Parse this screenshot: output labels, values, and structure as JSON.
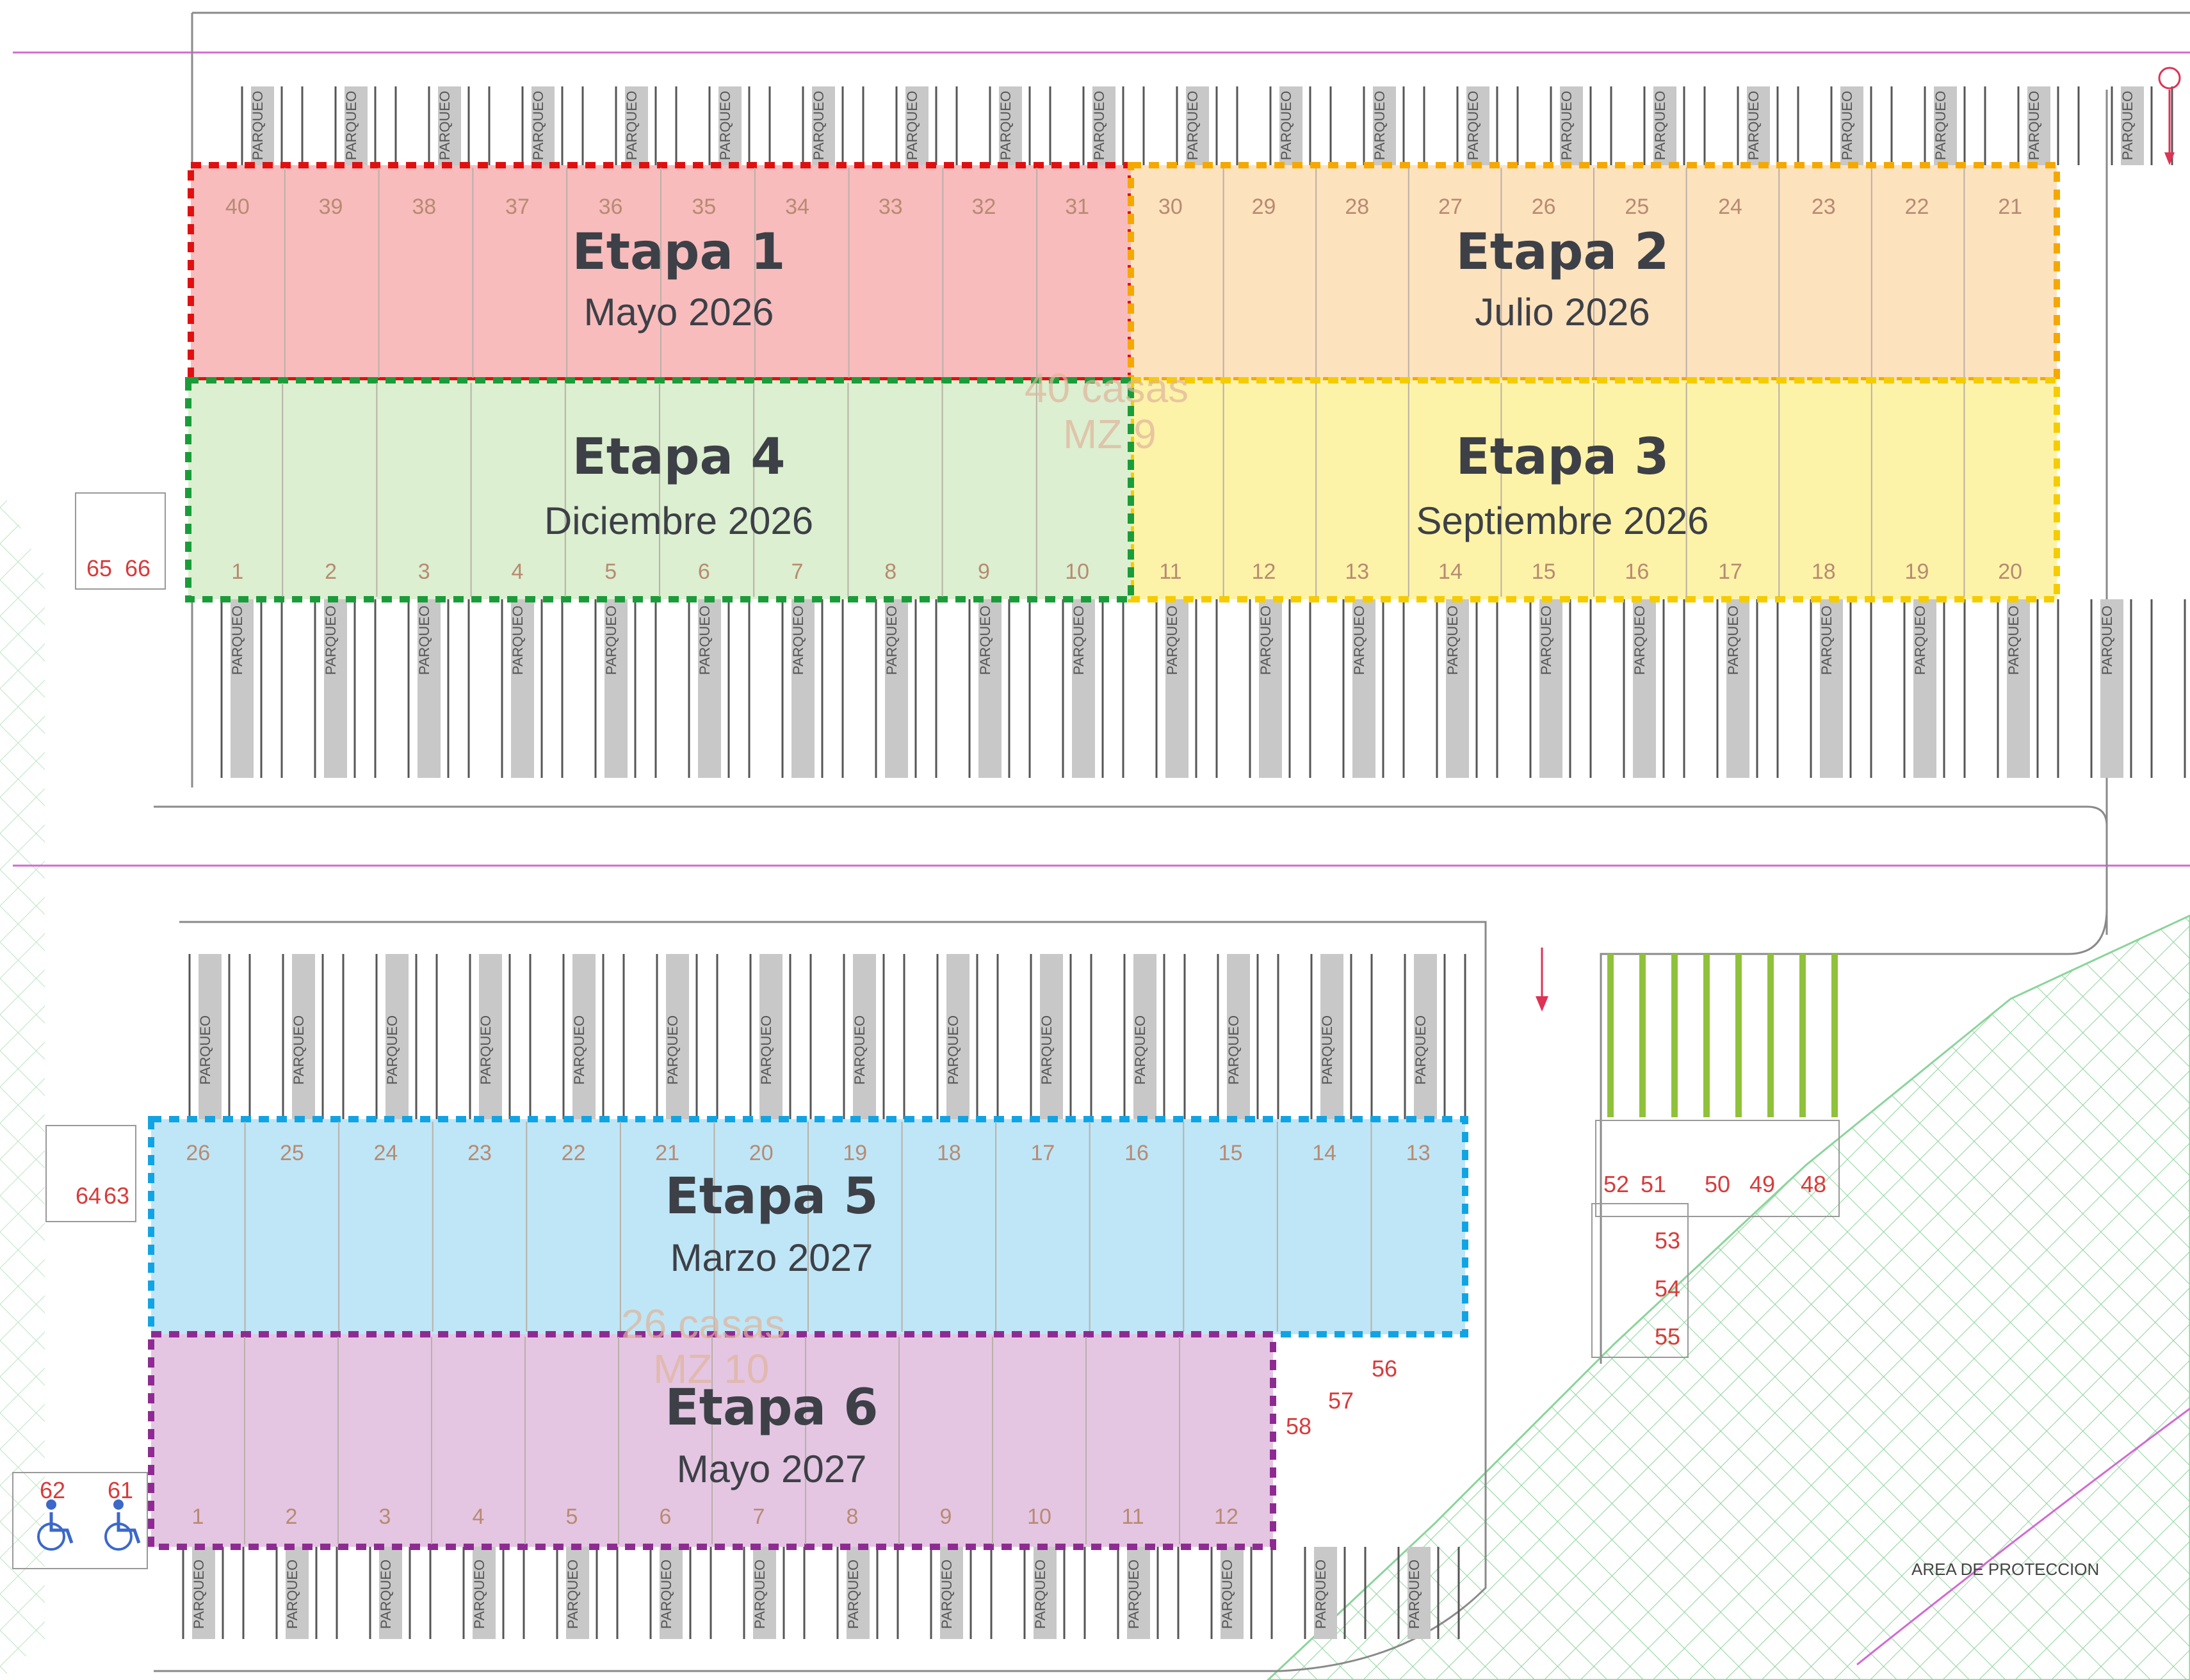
{
  "stages": [
    {
      "id": "etapa-1",
      "title": "Etapa 1",
      "date": "Mayo 2026",
      "fill": "#f8bcbc",
      "border": "#e01010"
    },
    {
      "id": "etapa-2",
      "title": "Etapa 2",
      "date": "Julio 2026",
      "fill": "#fde2be",
      "border": "#f5a800"
    },
    {
      "id": "etapa-3",
      "title": "Etapa 3",
      "date": "Septiembre 2026",
      "fill": "#fdf3a8",
      "border": "#f5cc00"
    },
    {
      "id": "etapa-4",
      "title": "Etapa 4",
      "date": "Diciembre 2026",
      "fill": "#dcefd0",
      "border": "#1a9c3a"
    },
    {
      "id": "etapa-5",
      "title": "Etapa 5",
      "date": "Marzo 2027",
      "fill": "#bfe6f6",
      "border": "#11a4e4"
    },
    {
      "id": "etapa-6",
      "title": "Etapa 6",
      "date": "Mayo 2027",
      "fill": "#e4c6e2",
      "border": "#8e2b92"
    }
  ],
  "lots": {
    "block_top_row1": [
      "40",
      "39",
      "38",
      "37",
      "36",
      "35",
      "34",
      "33",
      "32",
      "31",
      "30",
      "29",
      "28",
      "27",
      "26",
      "25",
      "24",
      "23",
      "22",
      "21"
    ],
    "block_top_row2": [
      "1",
      "2",
      "3",
      "4",
      "5",
      "6",
      "7",
      "8",
      "9",
      "10",
      "11",
      "12",
      "13",
      "14",
      "15",
      "16",
      "17",
      "18",
      "19",
      "20"
    ],
    "block_bottom_row1": [
      "26",
      "25",
      "24",
      "23",
      "22",
      "21",
      "20",
      "19",
      "18",
      "17",
      "16",
      "15",
      "14",
      "13"
    ],
    "block_bottom_row2": [
      "1",
      "2",
      "3",
      "4",
      "5",
      "6",
      "7",
      "8",
      "9",
      "10",
      "11",
      "12"
    ],
    "extra": [
      "65",
      "66",
      "64",
      "63",
      "62",
      "61",
      "52",
      "51",
      "50",
      "49",
      "48",
      "53",
      "54",
      "55",
      "56",
      "57",
      "58"
    ]
  },
  "block_labels": {
    "mz9": "MZ 9",
    "mz10": "MZ 10",
    "casas_top": "40 casas",
    "casas_bottom": "26 casas"
  },
  "parqueo_label": "PARQUEO",
  "protection_label": "AREA DE PROTECCION",
  "colors": {
    "road_line": "#d26ad2",
    "green_hatch": "#8bd49a",
    "lot_number": "#d83a3a"
  }
}
